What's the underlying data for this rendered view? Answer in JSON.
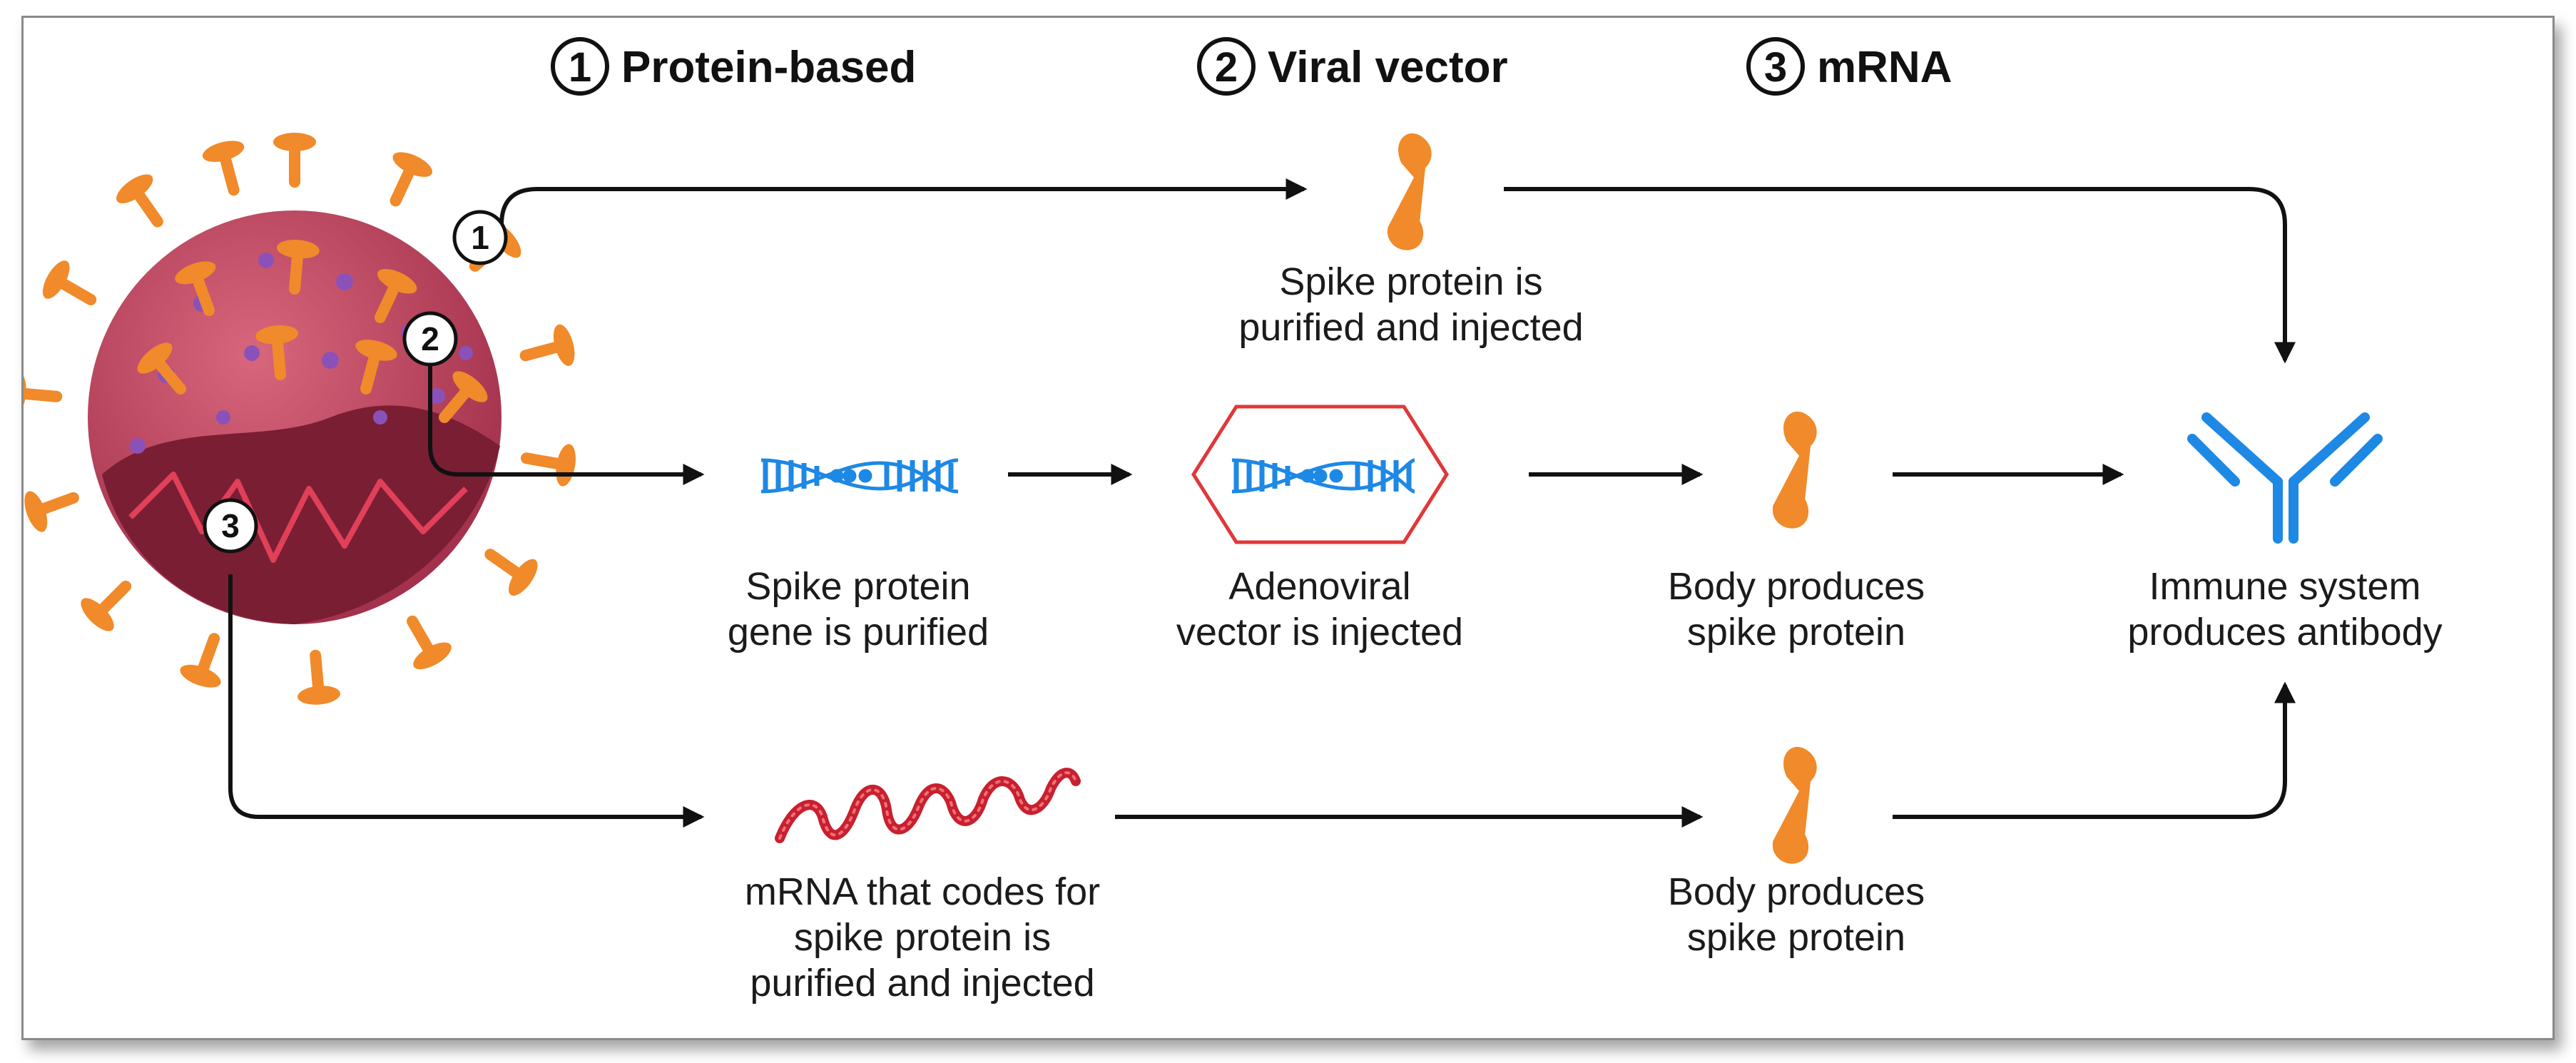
{
  "legend": {
    "protein": {
      "num": "1",
      "label": "Protein-based"
    },
    "viral": {
      "num": "2",
      "label": "Viral vector"
    },
    "mrna": {
      "num": "3",
      "label": "mRNA"
    }
  },
  "markers": {
    "m1": "1",
    "m2": "2",
    "m3": "3"
  },
  "labels": {
    "spike_purified": [
      "Spike protein is",
      "purified and injected"
    ],
    "gene_purified": [
      "Spike protein",
      "gene is purified"
    ],
    "adenoviral": [
      "Adenoviral",
      "vector is injected"
    ],
    "body_produces_1": [
      "Body produces",
      "spike protein"
    ],
    "immune": [
      "Immune system",
      "produces antibody"
    ],
    "mrna_codes": [
      "mRNA that codes for",
      "spike protein is",
      "purified and injected"
    ],
    "body_produces_2": [
      "Body produces",
      "spike protein"
    ]
  },
  "colors": {
    "virus_body": "#b8405a",
    "virus_inner": "#7a1e34",
    "spike": "#f08a2a",
    "dna": "#1e88e5",
    "hexagon": "#e0383a",
    "mrna": "#c8202e",
    "antibody": "#1e88e5",
    "arrow": "#111111"
  },
  "icons": [
    "virus-icon",
    "spike-protein-icon",
    "dna-icon",
    "adenovirus-hexagon-icon",
    "mrna-strand-icon",
    "antibody-icon"
  ]
}
